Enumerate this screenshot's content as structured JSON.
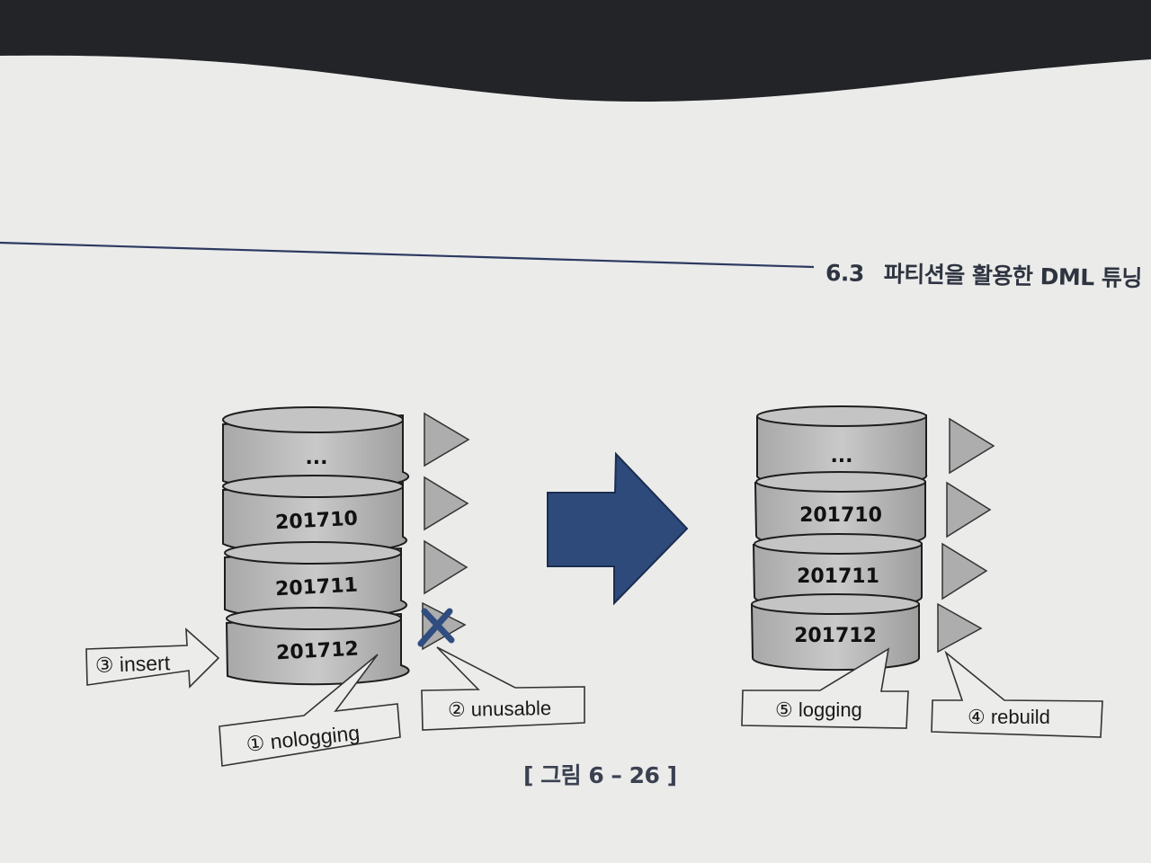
{
  "header": {
    "section_number": "6.3",
    "section_title": "파티션을 활용한 DML 튜닝"
  },
  "diagram": {
    "before": {
      "segments": [
        "...",
        "201710",
        "201711",
        "201712"
      ],
      "callouts": {
        "insert": "③ insert",
        "nologging": "① nologging",
        "unusable": "② unusable"
      }
    },
    "after": {
      "segments": [
        "...",
        "201710",
        "201711",
        "201712"
      ],
      "callouts": {
        "logging": "⑤ logging",
        "rebuild": "④ rebuild"
      }
    },
    "colors": {
      "arrow_fill": "#2e4a7a",
      "cylinder_fill": "#b9b9b9",
      "triangle_fill": "#adadad",
      "rule_line": "#2c3a60"
    }
  },
  "caption": "[ 그림 6 – 26 ]"
}
